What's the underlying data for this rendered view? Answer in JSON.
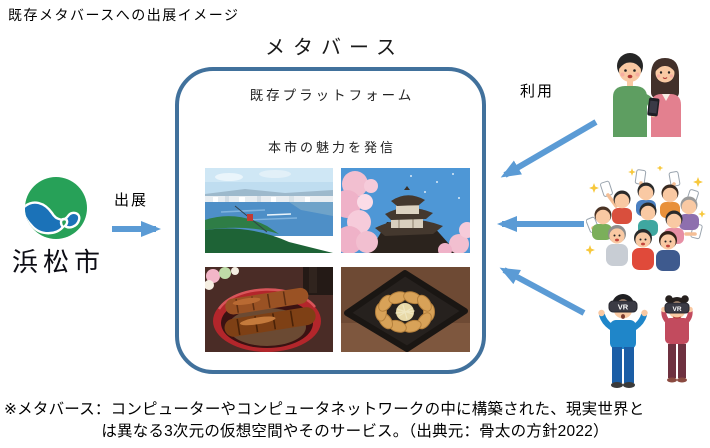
{
  "page": {
    "title": "既存メタバースへの出展イメージ"
  },
  "diagram": {
    "metaverse_label": "メタバース",
    "platform_label": "既存プラットフォーム",
    "appeal_label": "本市の魅力を発信",
    "photos": [
      {
        "name": "lake-hamana-scenery-photo"
      },
      {
        "name": "hamamatsu-castle-cherry-blossom-photo"
      },
      {
        "name": "unagi-eel-bowl-photo"
      },
      {
        "name": "hamamatsu-gyoza-photo"
      }
    ]
  },
  "left": {
    "city_name": "浜松市",
    "exhibit_label": "出展",
    "logo_name": "hamamatsu-city-logo"
  },
  "right": {
    "use_label": "利用",
    "vr_label": "VR",
    "illustrations": [
      {
        "name": "couple-with-smartphone-illustration"
      },
      {
        "name": "crowd-raising-smartphones-illustration"
      },
      {
        "name": "vr-headset-users-illustration"
      }
    ]
  },
  "footnote": {
    "line1": "※メタバース：コンピューターやコンピュータネットワークの中に構築された、現実世界と",
    "line2": "は異なる3次元の仮想空間やそのサービス。（出典元：骨太の方針2022）"
  },
  "colors": {
    "frame_border": "#41719C",
    "arrow_blue": "#5B9BD5",
    "logo_green": "#27A158",
    "logo_blue": "#1B72B8"
  }
}
